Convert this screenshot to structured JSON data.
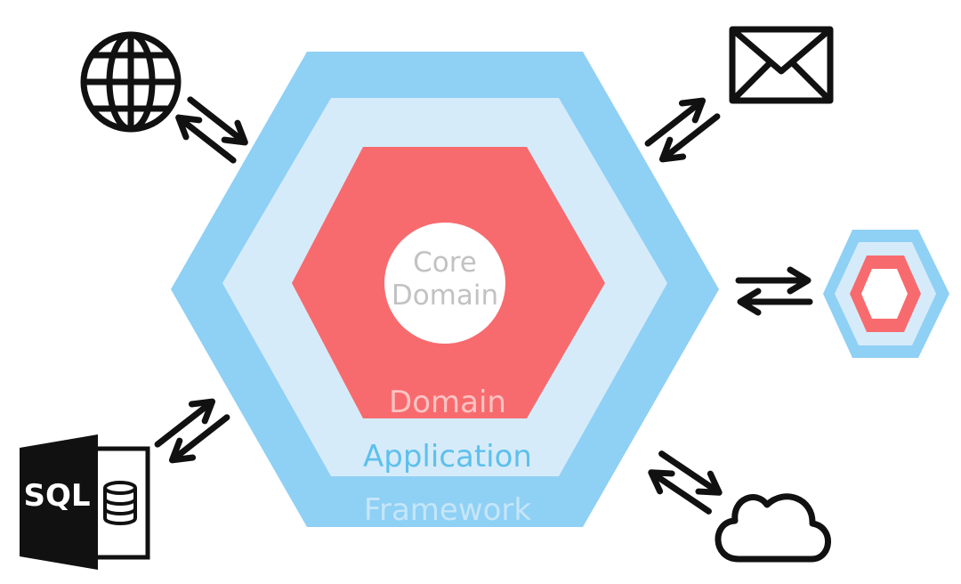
{
  "diagram": {
    "layers": {
      "framework": {
        "label": "Framework",
        "fill": "#8fd0f5",
        "label_color": "#c5e6f8"
      },
      "application": {
        "label": "Application",
        "fill": "#d6ebfa",
        "label_color": "#5ec0ec"
      },
      "domain": {
        "label": "Domain",
        "fill": "#f76b6e",
        "label_color": "#fcc3c3"
      },
      "core_domain": {
        "line1": "Core",
        "line2": "Domain",
        "fill": "#ffffff",
        "label_color": "#c2c2c2"
      }
    },
    "adapters": {
      "web": {
        "icon": "globe-icon"
      },
      "email": {
        "icon": "envelope-icon"
      },
      "service": {
        "icon": "hexagon-service-icon"
      },
      "cloud": {
        "icon": "cloud-icon"
      },
      "sql": {
        "icon": "sql-database-icon",
        "label": "SQL"
      }
    },
    "ink_color": "#111111"
  }
}
